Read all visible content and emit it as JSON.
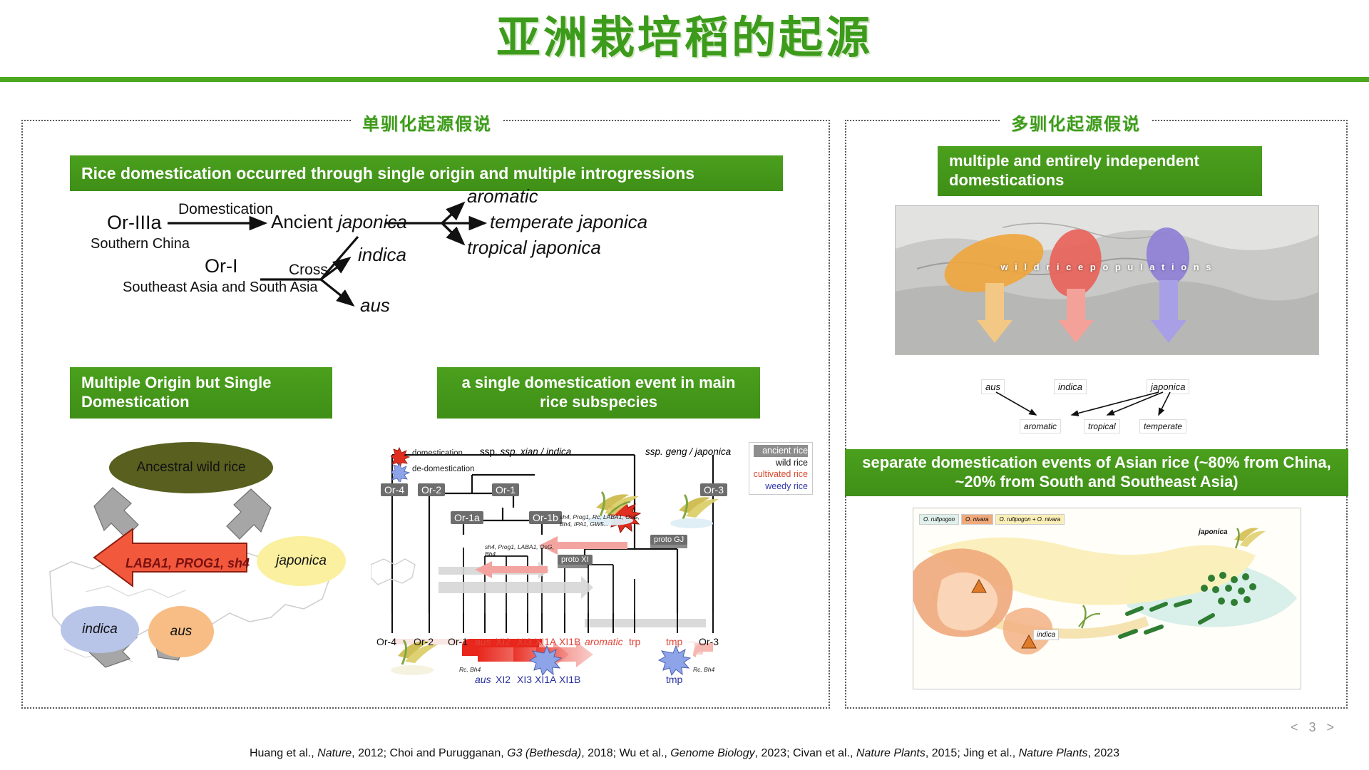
{
  "slide": {
    "title": "亚洲栽培稻的起源",
    "page_number": "< 3 >",
    "citation_parts": [
      {
        "t": "Huang et al., ",
        "i": false
      },
      {
        "t": "Nature",
        "i": true
      },
      {
        "t": ", 2012; Choi and Purugganan, ",
        "i": false
      },
      {
        "t": "G3 (Bethesda)",
        "i": true
      },
      {
        "t": ", 2018; Wu et al., ",
        "i": false
      },
      {
        "t": "Genome Biology",
        "i": true
      },
      {
        "t": ", 2023; Civan et al., ",
        "i": false
      },
      {
        "t": "Nature Plants",
        "i": true
      },
      {
        "t": ", 2015; Jing et al., ",
        "i": false
      },
      {
        "t": "Nature Plants",
        "i": true
      },
      {
        "t": ", 2023",
        "i": false
      }
    ],
    "accent_green": "#4ca81f",
    "title_green": "#3d9b1b"
  },
  "left_panel": {
    "legend": "单驯化起源假说",
    "banner_top": "Rice domestication occurred through single origin and multiple introgressions",
    "banner_left": "Multiple Origin but Single Domestication",
    "banner_right": "a single domestication event in main rice subspecies",
    "flow": {
      "or3a": "Or-IIIa",
      "or3a_sub": "Southern China",
      "domestication_label": "Domestication",
      "ancient": "Ancient japonica",
      "ancient_plain": "Ancient ",
      "ancient_ital": "japonica",
      "aromatic": "aromatic",
      "temperate_japonica": "temperate japonica",
      "tropical_japonica": "tropical japonica",
      "or1": "Or-I",
      "or1_sub": "Southeast Asia and South Asia",
      "cross_label": "Cross",
      "indica": "indica",
      "aus": "aus"
    },
    "map": {
      "ancestral": "Ancestral wild rice",
      "gene_arrow": "LABA1, PROG1, sh4",
      "japonica": "japonica",
      "indica": "indica",
      "aus": "aus"
    },
    "tree": {
      "legend_key": [
        {
          "label": "domestication",
          "icon": "red-star-burst-icon"
        },
        {
          "label": "de-domestication",
          "icon": "blue-star-burst-icon"
        }
      ],
      "clade_left": "ssp. xian / indica",
      "clade_right": "ssp. geng / japonica",
      "nodes": [
        "Or-4",
        "Or-2",
        "Or-1",
        "Or-1a",
        "Or-1b",
        "Or-3"
      ],
      "proto_gj": "proto GJ",
      "proto_xi": "proto XI",
      "gene_note_1": "sh4, Prog1, Rc, LABA1, OsG, Bh4, IPA1, GW5...",
      "gene_note_2": "sh4, Prog1, LABA1, OsG, Bh4 ...",
      "rc_bh4": "Rc, Bh4",
      "color_legend": [
        {
          "label": "ancient rice",
          "style": "ancient"
        },
        {
          "label": "wild rice",
          "style": "wild"
        },
        {
          "label": "cultivated rice",
          "style": "cultivated"
        },
        {
          "label": "weedy rice",
          "style": "weedy"
        }
      ],
      "tips_top": [
        {
          "label": "Or-4",
          "color": "black",
          "italic": false
        },
        {
          "label": "Or-2",
          "color": "black",
          "italic": false
        },
        {
          "label": "Or-1",
          "color": "black",
          "italic": false
        },
        {
          "label": "aus",
          "color": "red",
          "italic": true
        },
        {
          "label": "XI2",
          "color": "red",
          "italic": false
        },
        {
          "label": "XI3",
          "color": "red",
          "italic": false
        },
        {
          "label": "XI1A",
          "color": "red",
          "italic": false
        },
        {
          "label": "XI1B",
          "color": "red",
          "italic": false
        },
        {
          "label": "aromatic",
          "color": "red",
          "italic": true
        },
        {
          "label": "trp",
          "color": "red",
          "italic": false
        },
        {
          "label": "tmp",
          "color": "red",
          "italic": false
        },
        {
          "label": "Or-3",
          "color": "black",
          "italic": false
        }
      ],
      "tips_bottom": [
        {
          "label": "aus",
          "italic": true
        },
        {
          "label": "XI2",
          "italic": false
        },
        {
          "label": "XI3",
          "italic": false
        },
        {
          "label": "XI1A",
          "italic": false
        },
        {
          "label": "XI1B",
          "italic": false
        },
        {
          "label": "tmp",
          "italic": false
        }
      ]
    }
  },
  "right_panel": {
    "legend": "多驯化起源假说",
    "banner_top": "multiple and entirely independent domestications",
    "banner_mid": "separate domestication events of Asian rice (~80% from China, ~20% from South and Southeast Asia)",
    "map1": {
      "wild_rice_label": "w i l d   r i c e   p o p u l a t i o n s",
      "groups": [
        "aus",
        "indica",
        "japonica"
      ],
      "derived": [
        "aromatic",
        "tropical",
        "temperate"
      ]
    },
    "map2": {
      "legend": [
        "O. rufipogon",
        "O. nivara",
        "O. rufipogon + O. nivara"
      ],
      "annotations": [
        "japonica",
        "indica"
      ]
    }
  }
}
